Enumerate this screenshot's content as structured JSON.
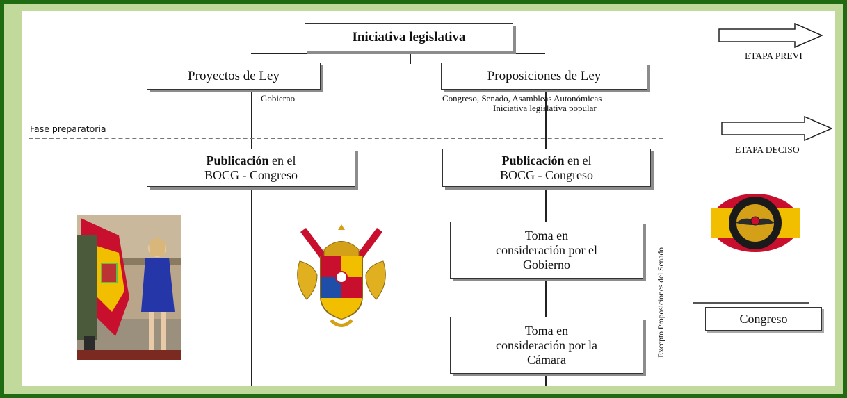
{
  "colors": {
    "frame_dark": "#1f6b12",
    "frame_light": "#c2d99c",
    "flag_red": "#c8102e",
    "flag_yellow": "#f1bf00"
  },
  "diagram": {
    "top_box": "Iniciativa legislativa",
    "left_branch": {
      "label": "Proyectos de Ley",
      "note": "Gobierno"
    },
    "right_branch": {
      "label": "Proposiciones de Ley",
      "note_line1": "Congreso, Senado,  Asambleas Autonómicas",
      "note_line2": "Iniciativa legislativa popular"
    },
    "phase_label": "Fase preparatoria",
    "pub_left": {
      "bold": "Publicación",
      "rest": " en el",
      "line2": "BOCG - Congreso"
    },
    "pub_right": {
      "bold": "Publicación",
      "rest": " en el",
      "line2": "BOCG - Congreso"
    },
    "toma_gobierno": {
      "line1": "Toma en",
      "line2": "consideración por el",
      "line3": "Gobierno"
    },
    "toma_camara": {
      "line1": "Toma en",
      "line2": "consideración por la",
      "line3": "Cámara"
    },
    "vertical_note": "Excepto Proposiciones del Senado",
    "legend": {
      "etapa_previa": "ETAPA PREVI",
      "etapa_decisoria": "ETAPA DECISO",
      "congreso": "Congreso"
    }
  },
  "icons": {
    "photo": "flag-ceremony-photo",
    "coat_of_arms": "coat-of-arms-icon",
    "badge": "air-force-badge-icon"
  }
}
